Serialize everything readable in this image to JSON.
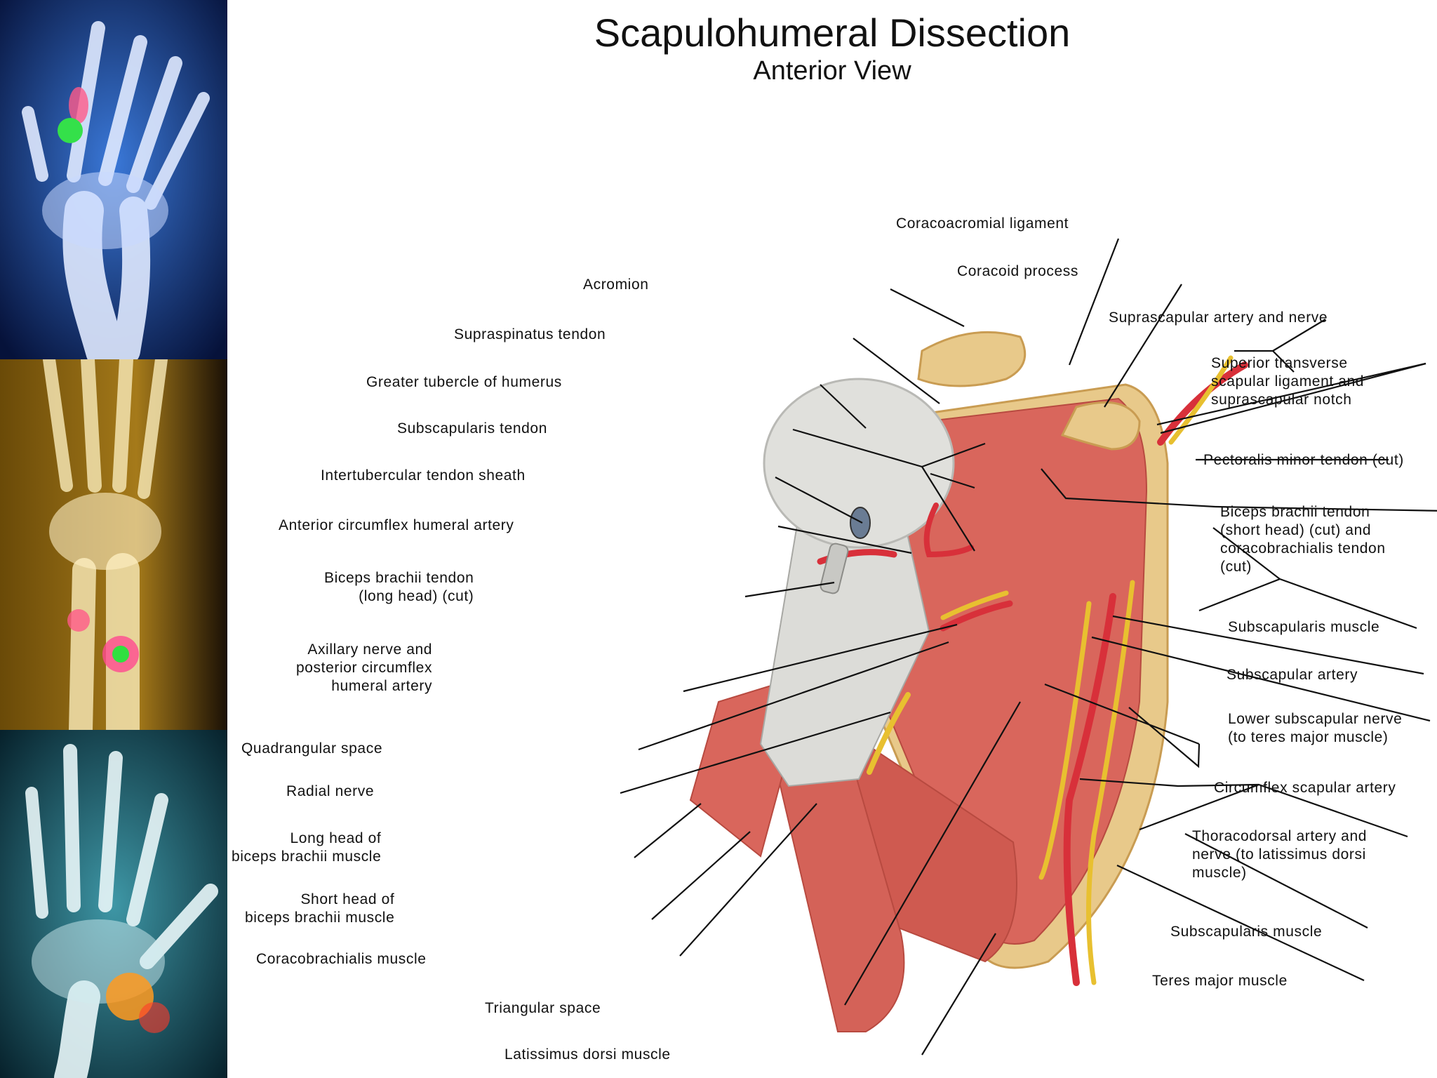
{
  "title": "Scapulohumeral Dissection",
  "subtitle": "Anterior View",
  "sidebar": {
    "images": [
      "hand-xray-blue-icon",
      "forearm-xray-amber-icon",
      "hand-xray-teal-icon"
    ]
  },
  "labels": {
    "coracoacromial_ligament": "Coracoacromial ligament",
    "coracoid_process": "Coracoid process",
    "acromion": "Acromion",
    "suprascapular_artery_nerve": "Suprascapular artery and nerve",
    "superior_transverse": "Superior transverse\nscapular ligament and\nsuprascapular notch",
    "supraspinatus_tendon": "Supraspinatus tendon",
    "greater_tubercle": "Greater tubercle of humerus",
    "subscapularis_tendon": "Subscapularis tendon",
    "pectoralis_minor_tendon": "Pectoralis minor tendon (cut)",
    "intertubercular_sheath": "Intertubercular tendon sheath",
    "biceps_short_head_tendon": "Biceps brachii tendon\n(short head) (cut) and\ncoracobrachialis tendon\n(cut)",
    "anterior_circumflex": "Anterior circumflex humeral artery",
    "biceps_long_head_tendon": "Biceps brachii tendon\n(long head) (cut)",
    "subscapularis_muscle_upper": "Subscapularis muscle",
    "axillary_nerve": "Axillary nerve and\nposterior circumflex\nhumeral artery",
    "subscapular_artery": "Subscapular artery",
    "lower_subscapular_nerve": "Lower subscapular nerve\n(to teres major muscle)",
    "quadrangular_space": "Quadrangular space",
    "circumflex_scapular": "Circumflex scapular artery",
    "radial_nerve": "Radial nerve",
    "thoracodorsal": "Thoracodorsal artery and\nnerve (to latissimus dorsi\nmuscle)",
    "long_head_biceps": "Long head of\nbiceps brachii muscle",
    "short_head_biceps": "Short head of\nbiceps brachii muscle",
    "subscapularis_muscle_lower": "Subscapularis muscle",
    "coracobrachialis_muscle": "Coracobrachialis muscle",
    "teres_major": "Teres major muscle",
    "triangular_space": "Triangular space",
    "latissimus_dorsi": "Latissimus dorsi muscle"
  },
  "colors": {
    "muscle": "#d9665c",
    "tendon": "#dcdcd8",
    "bone": "#e8c98a",
    "artery": "#d8303a",
    "nerve": "#e8c030",
    "leader": "#111111"
  }
}
